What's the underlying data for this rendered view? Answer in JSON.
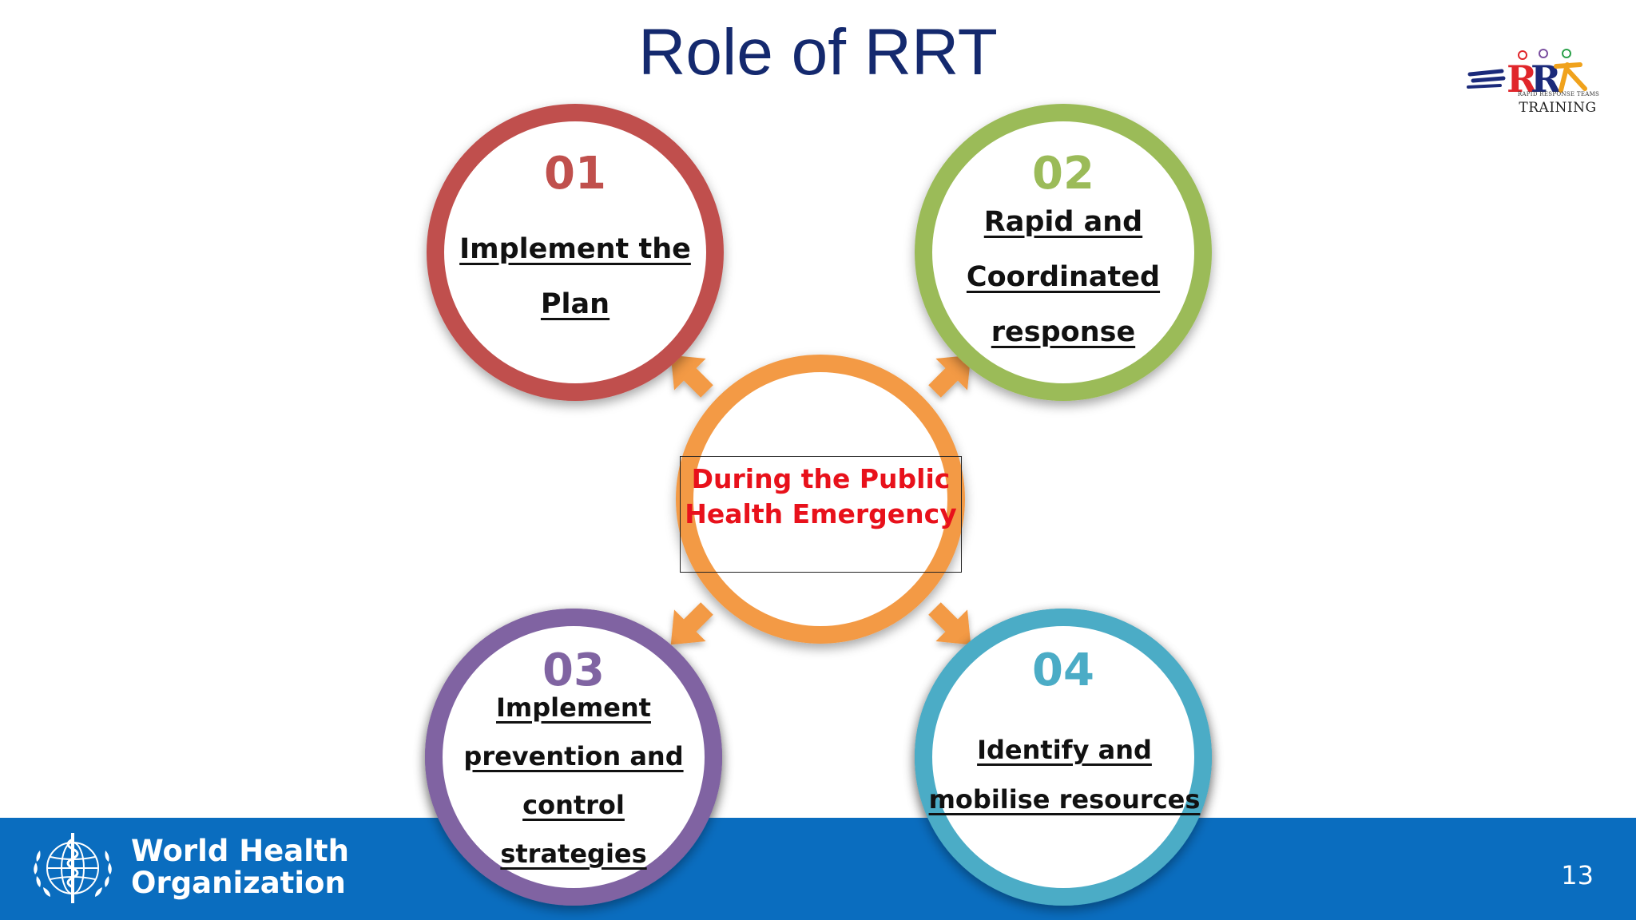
{
  "slide": {
    "title": "Role of RRT",
    "page_number": "13"
  },
  "logos": {
    "rrt": {
      "letters": "RRT",
      "subtitle": "RAPID RESPONSE TEAMS",
      "caption": "TRAINING"
    },
    "who": {
      "name_line1": "World Health",
      "name_line2": "Organization"
    }
  },
  "diagram": {
    "center": {
      "label": "During the Public Health Emergency",
      "color": "#f39a45"
    },
    "items": [
      {
        "number": "01",
        "label": "Implement the Plan",
        "color": "#c0504d"
      },
      {
        "number": "02",
        "label": "Rapid and Coordinated response",
        "color": "#9bbb59"
      },
      {
        "number": "03",
        "label": "Implement prevention and control strategies",
        "color": "#8064a2"
      },
      {
        "number": "04",
        "label": "Identify and mobilise resources",
        "color": "#4bacc6"
      }
    ]
  },
  "colors": {
    "title": "#14296e",
    "footer": "#0a6dbf",
    "center_text": "#e8111b"
  }
}
